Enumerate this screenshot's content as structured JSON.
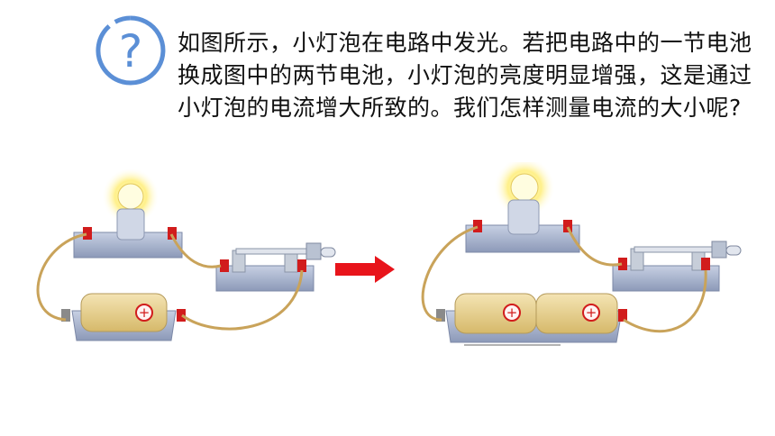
{
  "prompt": {
    "icon": "question-circle-icon",
    "text": "如图所示，小灯泡在电路中发光。若把电路中的一节电池换成图中的两节电池，小灯泡的亮度明显增强，这是通过小灯泡的电流增大所致的。我们怎样测量电流的大小呢?"
  },
  "figures": {
    "left": {
      "battery_count": 1,
      "battery_symbol": "+"
    },
    "right": {
      "battery_count": 2,
      "battery_symbol": "+"
    },
    "arrow_color": "#e8141b"
  },
  "colors": {
    "question_icon": "#5b8fd6",
    "wire": "#c9a35a",
    "terminal": "#d11c1c",
    "battery": "#e9d49a",
    "base": "#a7b3cf"
  }
}
